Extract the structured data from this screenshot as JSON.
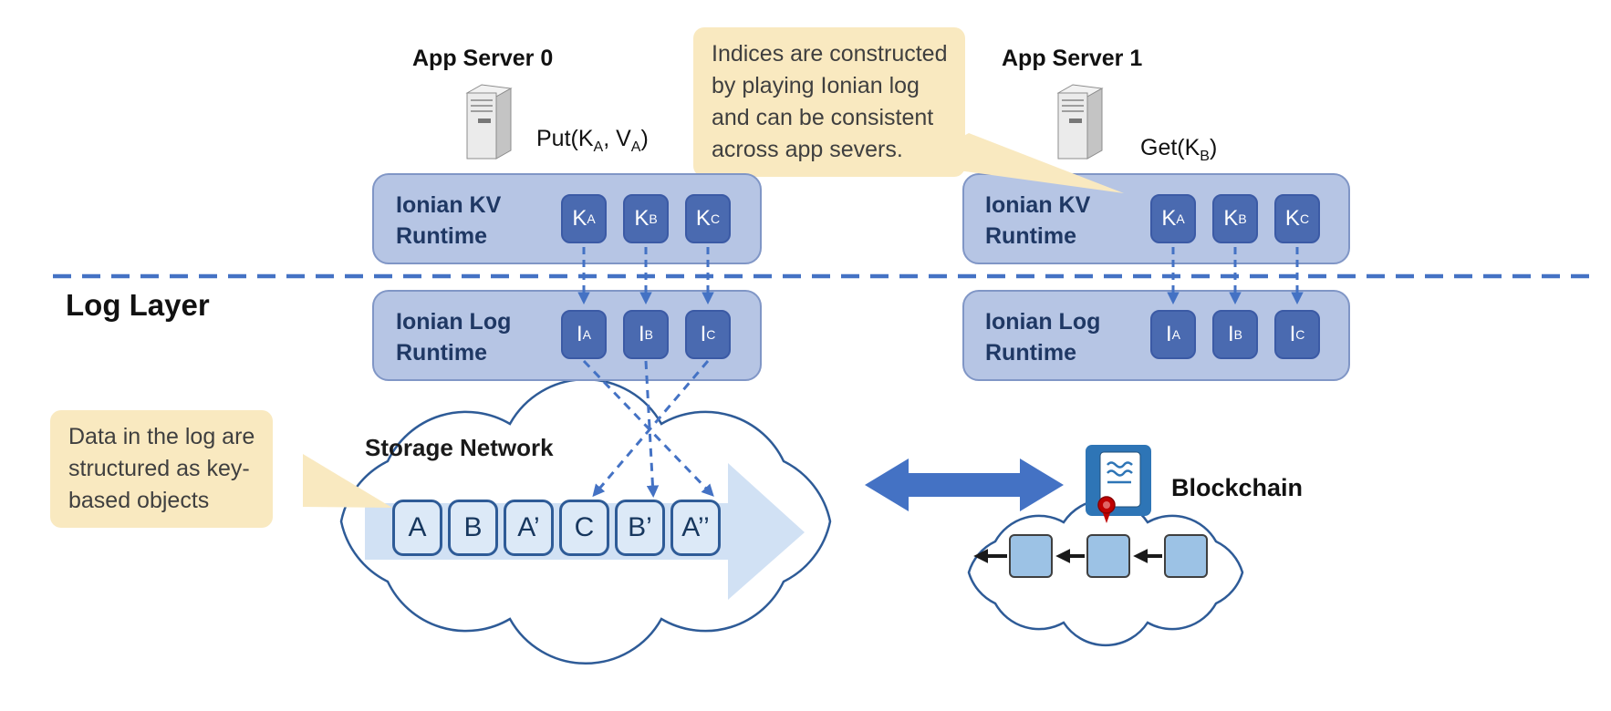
{
  "log_layer_label": "Log Layer",
  "servers": [
    {
      "title": "App Server 0",
      "operation": {
        "pre": "Put(K",
        "sub1": "A",
        "mid": ", V",
        "sub2": "A",
        "post": ")"
      }
    },
    {
      "title": "App Server 1",
      "operation": {
        "pre": "Get(K",
        "sub1": "B",
        "post": ")"
      }
    }
  ],
  "callouts": {
    "indices": {
      "lines": [
        "Indices are constructed",
        "by playing Ionian log",
        "and can be consistent",
        "across app severs."
      ]
    },
    "log_data": {
      "lines": [
        "Data in the log are",
        "structured as key-",
        "based objects"
      ]
    }
  },
  "runtimes": {
    "kv_left": {
      "title_lines": [
        "Ionian KV",
        "Runtime"
      ],
      "chips": [
        {
          "base": "K",
          "sub": "A"
        },
        {
          "base": "K",
          "sub": "B"
        },
        {
          "base": "K",
          "sub": "C"
        }
      ]
    },
    "kv_right": {
      "title_lines": [
        "Ionian KV",
        "Runtime"
      ],
      "chips": [
        {
          "base": "K",
          "sub": "A"
        },
        {
          "base": "K",
          "sub": "B"
        },
        {
          "base": "K",
          "sub": "C"
        }
      ]
    },
    "log_left": {
      "title_lines": [
        "Ionian Log",
        "Runtime"
      ],
      "chips": [
        {
          "base": "I",
          "sub": "A"
        },
        {
          "base": "I",
          "sub": "B"
        },
        {
          "base": "I",
          "sub": "C"
        }
      ]
    },
    "log_right": {
      "title_lines": [
        "Ionian Log",
        "Runtime"
      ],
      "chips": [
        {
          "base": "I",
          "sub": "A"
        },
        {
          "base": "I",
          "sub": "B"
        },
        {
          "base": "I",
          "sub": "C"
        }
      ]
    }
  },
  "storage": {
    "title": "Storage Network",
    "blocks": [
      "A",
      "B",
      "A’",
      "C",
      "B’",
      "A’’"
    ]
  },
  "blockchain": {
    "title": "Blockchain",
    "block_count": 3
  },
  "colors": {
    "accent_blue": "#4472C4",
    "runtime_fill": "#B6C5E4",
    "chip_fill": "#4A6AB0",
    "callout_fill": "#F9E9C0",
    "storage_box_fill": "#DCE9F7",
    "chain_block_fill": "#9CC2E5"
  }
}
